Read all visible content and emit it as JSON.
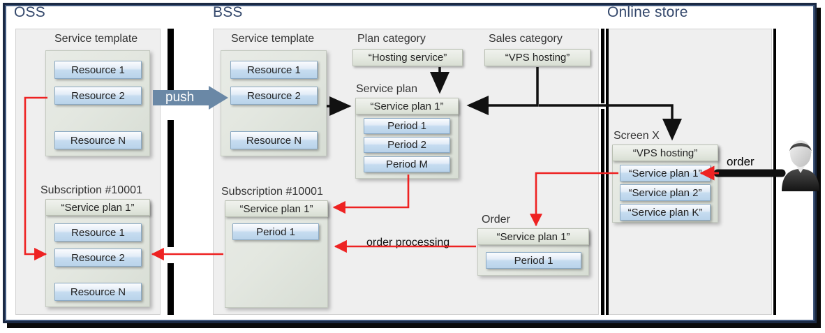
{
  "zones": [
    {
      "id": "oss",
      "title": "OSS"
    },
    {
      "id": "bss",
      "title": "BSS"
    },
    {
      "id": "store",
      "title": "Online store"
    }
  ],
  "oss": {
    "service_template": {
      "caption": "Service template",
      "items": [
        "Resource 1",
        "Resource 2",
        "Resource N"
      ]
    },
    "subscription": {
      "caption": "Subscription #10001",
      "header": "“Service plan 1”",
      "items": [
        "Resource 1",
        "Resource 2",
        "Resource N"
      ]
    }
  },
  "bss": {
    "service_template": {
      "caption": "Service template",
      "items": [
        "Resource 1",
        "Resource 2",
        "Resource N"
      ]
    },
    "plan_category": {
      "caption": "Plan category",
      "value": "“Hosting service”"
    },
    "sales_category": {
      "caption": "Sales category",
      "value": "“VPS hosting”"
    },
    "service_plan": {
      "caption": "Service plan",
      "header": "“Service plan 1”",
      "items": [
        "Period 1",
        "Period 2",
        "Period M"
      ]
    },
    "subscription": {
      "caption": "Subscription #10001",
      "header": "“Service plan 1”",
      "items": [
        "Period 1"
      ]
    },
    "order": {
      "caption": "Order",
      "header": "“Service plan 1”",
      "items": [
        "Period 1"
      ]
    }
  },
  "store": {
    "screen": {
      "caption": "Screen X",
      "header": "“VPS hosting”",
      "items": [
        "“Service plan 1”",
        "“Service plan 2”",
        "“Service plan K”"
      ]
    },
    "customer_icon": "person-avatar-icon"
  },
  "labels": {
    "push": "push",
    "order_processing": "order processing",
    "order": "order"
  },
  "colors": {
    "frame": "#1b2a44",
    "zone_title": "#33476b",
    "panel": "#efefef",
    "chip_blue": "#c6dcf0",
    "chip_olive": "#e0e5da",
    "red_flow": "#ee2222",
    "black_flow": "#111111",
    "push_arrow": "#6a88a6"
  }
}
